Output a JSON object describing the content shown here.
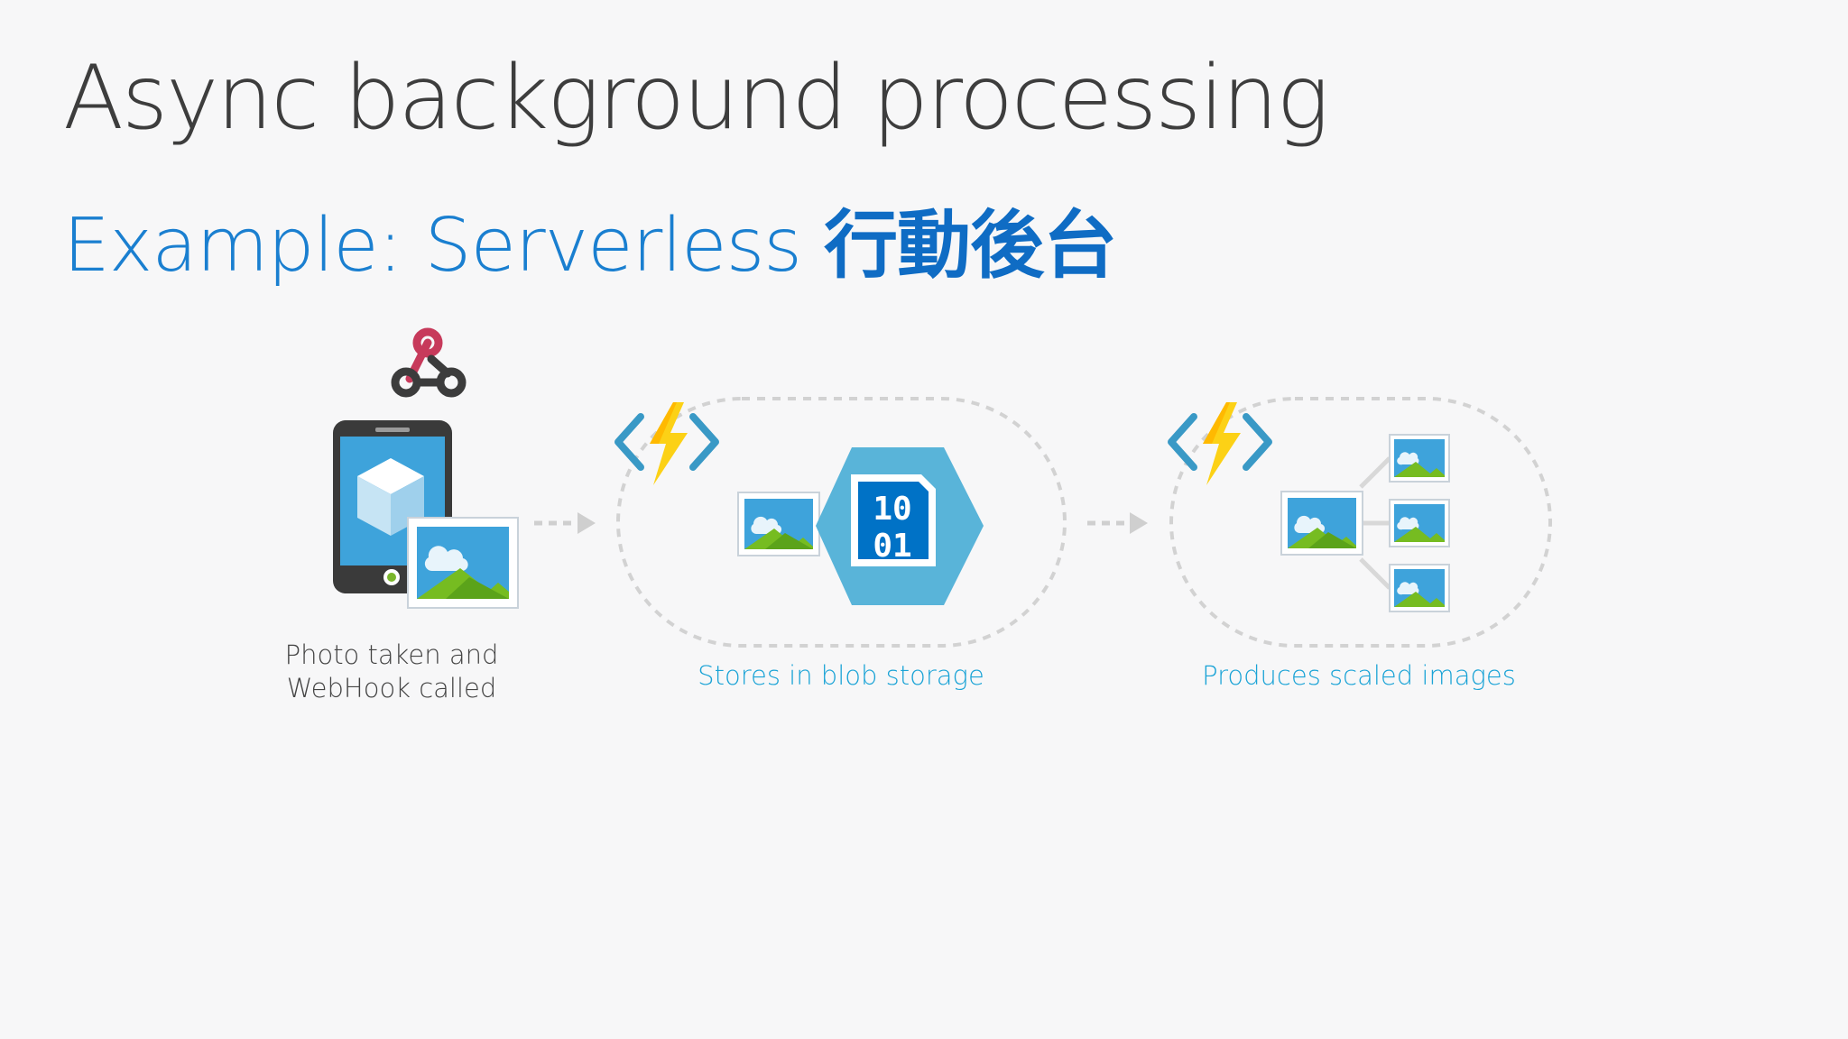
{
  "slide": {
    "title": "Async background processing",
    "subtitle_prefix": "Example: Serverless ",
    "subtitle_cjk": "行動後台"
  },
  "steps": [
    {
      "label_line1": "Photo taken and",
      "label_line2": "WebHook called",
      "icon": "phone-photo-webhook-icon"
    },
    {
      "label": "Stores in blob storage",
      "icon": "blob-storage-icon",
      "binary_top": "10",
      "binary_bottom": "01"
    },
    {
      "label": "Produces scaled images",
      "icon": "scaled-images-icon"
    }
  ],
  "colors": {
    "title": "#3d3d3d",
    "subtitle": "#1a7fd0",
    "label_dark": "#444444",
    "label_blue": "#1aa3d6",
    "azure_blue": "#59b4d9",
    "bolt_yellow": "#fcd116",
    "webhook_red": "#c73a5b"
  }
}
